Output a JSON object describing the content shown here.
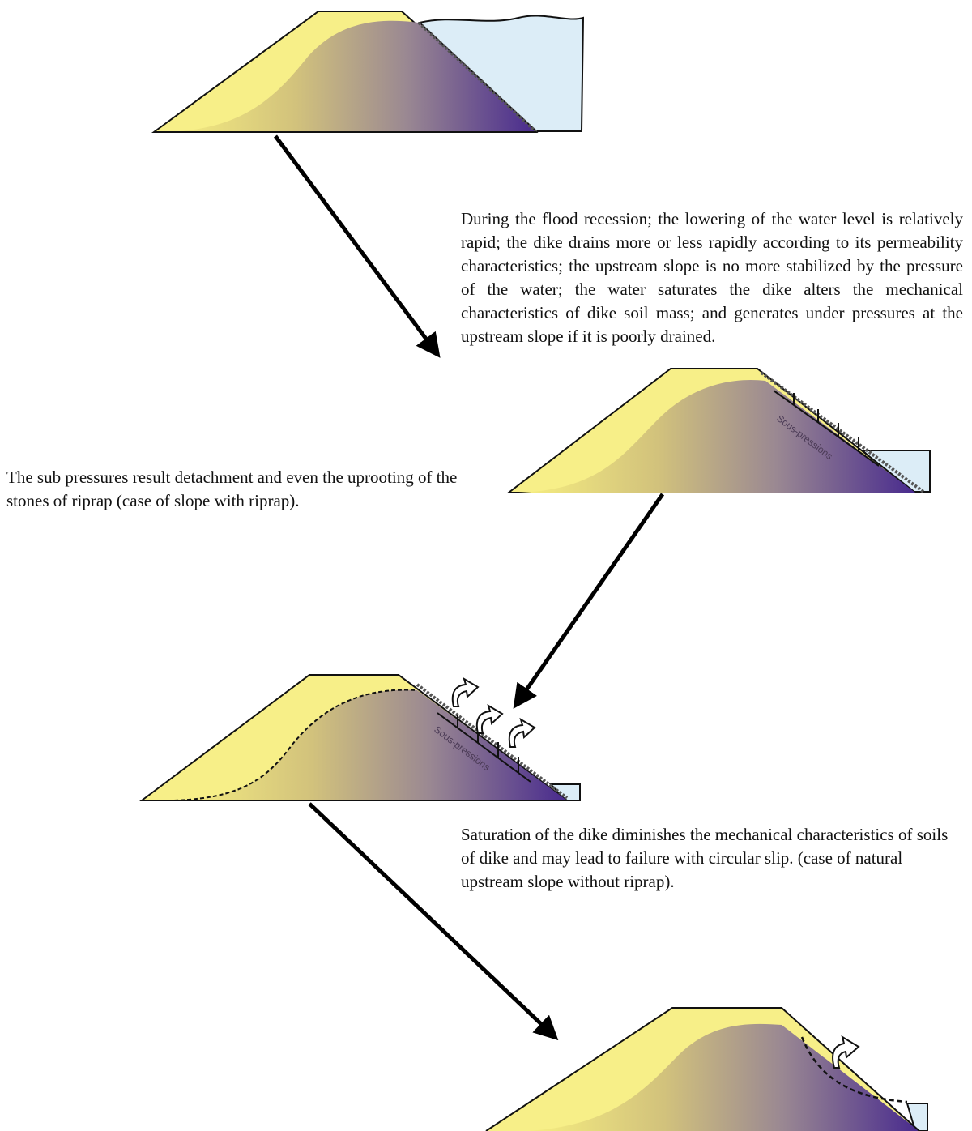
{
  "captions": {
    "flood_recession": "During the flood recession; the lowering of the water level is relatively rapid; the dike drains more or less rapidly according to its permeability characteristics; the upstream slope is no more stabilized by the pressure of the water; the water saturates the dike alters the mechanical characteristics of dike soil mass; and generates under pressures at the upstream slope if it is poorly drained.",
    "riprap_detachment": "The sub pressures result detachment and even the uprooting of the stones of riprap (case of slope with riprap).",
    "circular_slip": "Saturation of the dike diminishes the mechanical characteristics of soils of dike and may lead to failure with circular slip. (case of natural upstream slope without riprap)."
  },
  "labels": {
    "sous_pressions_2": "Sous-pressions",
    "sous_pressions_3": "Sous-pressions"
  },
  "colors": {
    "dry_soil": "#f7ef8c",
    "saturated_soil": "#4a2a8c",
    "water": "#dcedf7",
    "outline": "#111111"
  }
}
